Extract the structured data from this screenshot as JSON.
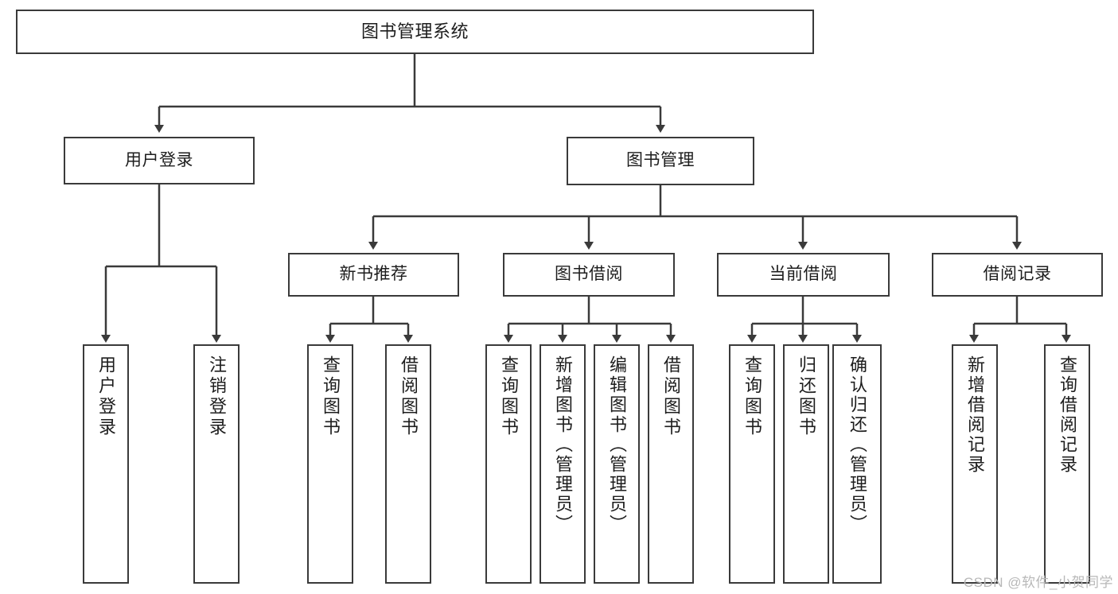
{
  "diagram": {
    "title": "图书管理系统",
    "type": "hierarchy-tree",
    "line_color": "#3a3a3a",
    "box_fill": "#ffffff",
    "text_color": "#1d1d1d",
    "root": {
      "label": "图书管理系统"
    },
    "level2": [
      {
        "label": "用户登录"
      },
      {
        "label": "图书管理"
      }
    ],
    "level3": [
      {
        "label": "新书推荐"
      },
      {
        "label": "图书借阅"
      },
      {
        "label": "当前借阅"
      },
      {
        "label": "借阅记录"
      }
    ],
    "leaves": {
      "user_login": [
        {
          "label": "用户登录"
        },
        {
          "label": "注销登录"
        }
      ],
      "new_book_recommend": [
        {
          "label": "查询图书"
        },
        {
          "label": "借阅图书"
        }
      ],
      "book_borrow": [
        {
          "label": "查询图书"
        },
        {
          "label": "新增图书（管理员）"
        },
        {
          "label": "编辑图书（管理员）"
        },
        {
          "label": "借阅图书"
        }
      ],
      "current_borrow": [
        {
          "label": "查询图书"
        },
        {
          "label": "归还图书"
        },
        {
          "label": "确认归还（管理员）"
        }
      ],
      "borrow_record": [
        {
          "label": "新增借阅记录"
        },
        {
          "label": "查询借阅记录"
        }
      ]
    }
  },
  "watermark": {
    "text": "CSDN @软件_小贺同学"
  }
}
